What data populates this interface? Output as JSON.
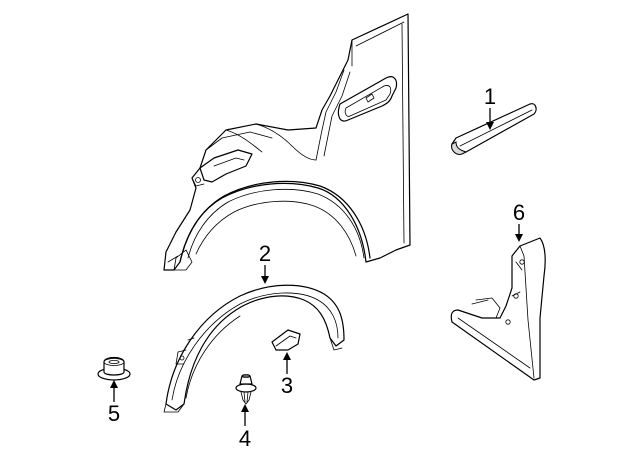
{
  "diagram": {
    "callouts": [
      {
        "id": "1",
        "part": "fender-trim-molding"
      },
      {
        "id": "2",
        "part": "wheel-arch-flare"
      },
      {
        "id": "3",
        "part": "clip-retainer"
      },
      {
        "id": "4",
        "part": "push-pin-fastener"
      },
      {
        "id": "5",
        "part": "grommet"
      },
      {
        "id": "6",
        "part": "mud-flap"
      }
    ]
  },
  "colors": {
    "line": "#000000",
    "background": "#ffffff",
    "shading": "#d9d9d9"
  }
}
